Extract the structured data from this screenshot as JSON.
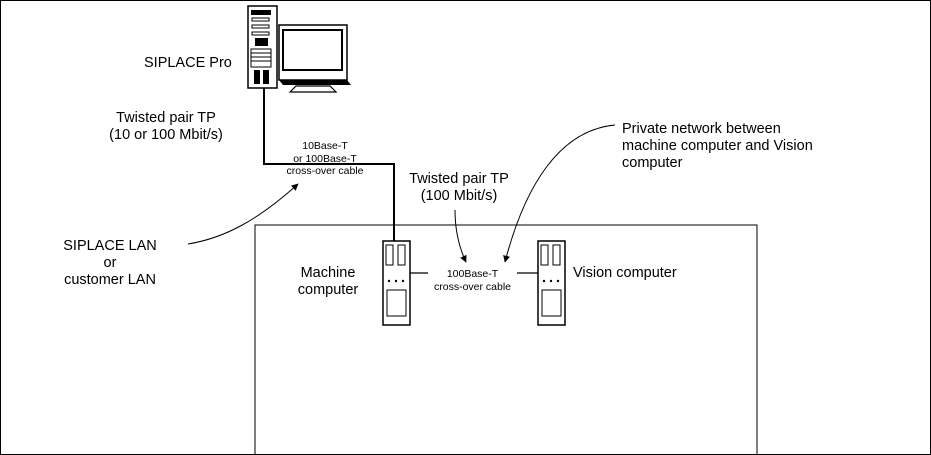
{
  "labels": {
    "siplace_pro": "SIPLACE Pro",
    "twisted_pair_10_100": "Twisted pair TP\n(10 or 100 Mbit/s)",
    "cable_10_100base_t": "10Base-T\nor 100Base-T\ncross-over cable",
    "twisted_pair_100": "Twisted pair TP\n(100 Mbit/s)",
    "private_network": "Private network between\nmachine computer and Vision\ncomputer",
    "siplace_lan": "SIPLACE LAN\nor\ncustomer LAN",
    "machine_computer": "Machine\ncomputer",
    "cable_100base_t": "100Base-T\ncross-over cable",
    "vision_computer": "Vision computer"
  },
  "icons": {
    "workstation": "desktop-computer-with-monitor",
    "machine_pc": "tower-computer",
    "vision_pc": "tower-computer"
  },
  "colors": {
    "line": "#000000",
    "background": "#ffffff",
    "screen_fill": "#ffffff",
    "dark_fill": "#000000"
  }
}
